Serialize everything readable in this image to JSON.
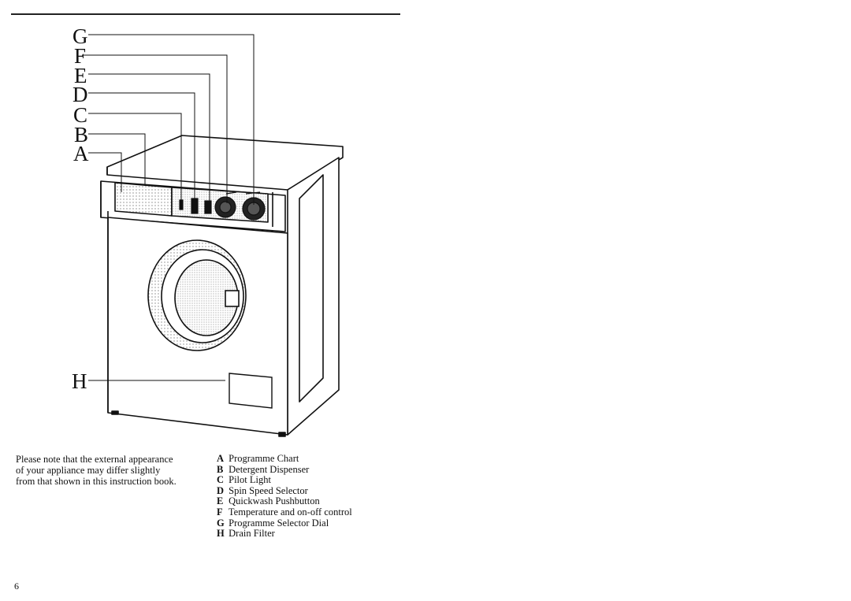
{
  "callouts": [
    "G",
    "F",
    "E",
    "D",
    "C",
    "B",
    "A",
    "H"
  ],
  "note_lines": [
    "Please note that the external appearance",
    "of your appliance may differ slightly",
    "from that shown in this instruction book."
  ],
  "legend": [
    {
      "key": "A",
      "text": "Programme Chart"
    },
    {
      "key": "B",
      "text": "Detergent Dispenser"
    },
    {
      "key": "C",
      "text": "Pilot Light"
    },
    {
      "key": "D",
      "text": "Spin Speed Selector"
    },
    {
      "key": "E",
      "text": "Quickwash Pushbutton"
    },
    {
      "key": "F",
      "text": "Temperature and on-off control"
    },
    {
      "key": "G",
      "text": "Programme Selector Dial"
    },
    {
      "key": "H",
      "text": "Drain Filter"
    }
  ],
  "page_number": "6"
}
